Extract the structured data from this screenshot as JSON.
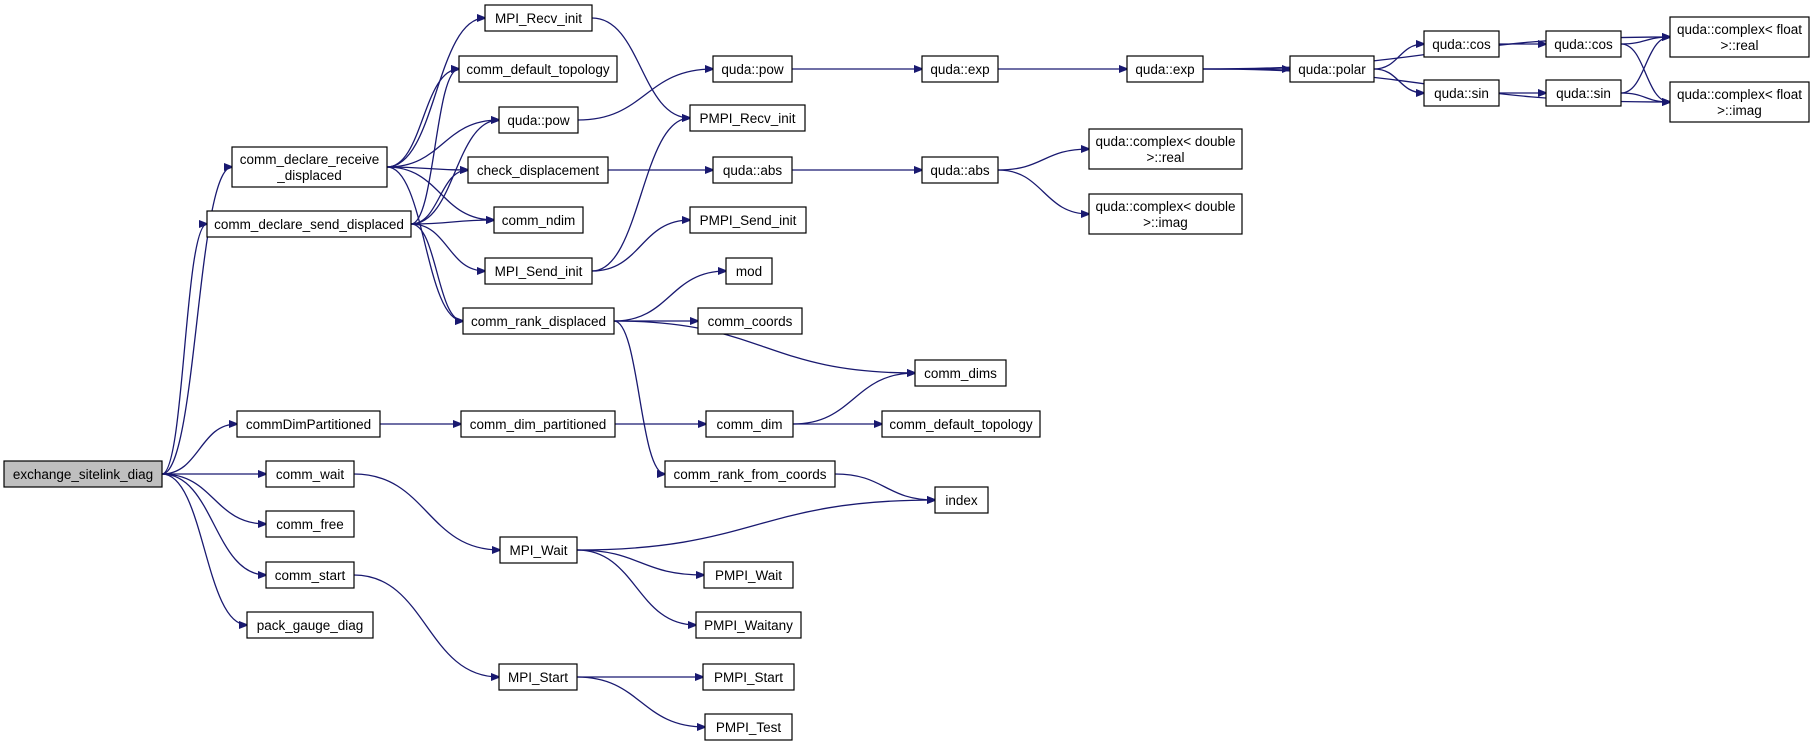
{
  "nodes": {
    "exchange_sitelink_diag": [
      "exchange_sitelink_diag"
    ],
    "comm_declare_receive_displaced": [
      "comm_declare_receive",
      "_displaced"
    ],
    "comm_declare_send_displaced": [
      "comm_declare_send_displaced"
    ],
    "commDimPartitioned": [
      "commDimPartitioned"
    ],
    "comm_wait": [
      "comm_wait"
    ],
    "comm_free": [
      "comm_free"
    ],
    "comm_start": [
      "comm_start"
    ],
    "pack_gauge_diag": [
      "pack_gauge_diag"
    ],
    "MPI_Recv_init": [
      "MPI_Recv_init"
    ],
    "comm_default_topology_1": [
      "comm_default_topology"
    ],
    "quda_pow_1": [
      "quda::pow"
    ],
    "check_displacement": [
      "check_displacement"
    ],
    "comm_ndim": [
      "comm_ndim"
    ],
    "MPI_Send_init": [
      "MPI_Send_init"
    ],
    "comm_rank_displaced": [
      "comm_rank_displaced"
    ],
    "comm_dim_partitioned": [
      "comm_dim_partitioned"
    ],
    "MPI_Wait": [
      "MPI_Wait"
    ],
    "MPI_Start": [
      "MPI_Start"
    ],
    "quda_pow_2": [
      "quda::pow"
    ],
    "PMPI_Recv_init": [
      "PMPI_Recv_init"
    ],
    "quda_abs_1": [
      "quda::abs"
    ],
    "PMPI_Send_init": [
      "PMPI_Send_init"
    ],
    "mod": [
      "mod"
    ],
    "comm_coords": [
      "comm_coords"
    ],
    "comm_dim": [
      "comm_dim"
    ],
    "comm_rank_from_coords": [
      "comm_rank_from_coords"
    ],
    "PMPI_Wait": [
      "PMPI_Wait"
    ],
    "PMPI_Waitany": [
      "PMPI_Waitany"
    ],
    "PMPI_Start": [
      "PMPI_Start"
    ],
    "PMPI_Test": [
      "PMPI_Test"
    ],
    "quda_exp_1": [
      "quda::exp"
    ],
    "quda_abs_2": [
      "quda::abs"
    ],
    "comm_dims": [
      "comm_dims"
    ],
    "comm_default_topology_2": [
      "comm_default_topology"
    ],
    "index": [
      "index"
    ],
    "quda_exp_2": [
      "quda::exp"
    ],
    "complex_double_real": [
      "quda::complex< double",
      ">::real"
    ],
    "complex_double_imag": [
      "quda::complex< double",
      ">::imag"
    ],
    "quda_polar": [
      "quda::polar"
    ],
    "quda_cos_1": [
      "quda::cos"
    ],
    "quda_sin_1": [
      "quda::sin"
    ],
    "quda_cos_2": [
      "quda::cos"
    ],
    "quda_sin_2": [
      "quda::sin"
    ],
    "complex_float_real": [
      "quda::complex< float",
      ">::real"
    ],
    "complex_float_imag": [
      "quda::complex< float",
      ">::imag"
    ]
  },
  "edges": [
    [
      "exchange_sitelink_diag",
      "comm_declare_receive_displaced"
    ],
    [
      "exchange_sitelink_diag",
      "comm_declare_send_displaced"
    ],
    [
      "exchange_sitelink_diag",
      "commDimPartitioned"
    ],
    [
      "exchange_sitelink_diag",
      "comm_wait"
    ],
    [
      "exchange_sitelink_diag",
      "comm_free"
    ],
    [
      "exchange_sitelink_diag",
      "comm_start"
    ],
    [
      "exchange_sitelink_diag",
      "pack_gauge_diag"
    ],
    [
      "comm_declare_receive_displaced",
      "MPI_Recv_init"
    ],
    [
      "comm_declare_receive_displaced",
      "comm_default_topology_1"
    ],
    [
      "comm_declare_receive_displaced",
      "quda_pow_1"
    ],
    [
      "comm_declare_receive_displaced",
      "check_displacement"
    ],
    [
      "comm_declare_receive_displaced",
      "comm_ndim"
    ],
    [
      "comm_declare_receive_displaced",
      "comm_rank_displaced"
    ],
    [
      "comm_declare_send_displaced",
      "comm_default_topology_1"
    ],
    [
      "comm_declare_send_displaced",
      "quda_pow_1"
    ],
    [
      "comm_declare_send_displaced",
      "check_displacement"
    ],
    [
      "comm_declare_send_displaced",
      "comm_ndim"
    ],
    [
      "comm_declare_send_displaced",
      "MPI_Send_init"
    ],
    [
      "comm_declare_send_displaced",
      "comm_rank_displaced"
    ],
    [
      "commDimPartitioned",
      "comm_dim_partitioned"
    ],
    [
      "comm_wait",
      "MPI_Wait"
    ],
    [
      "comm_start",
      "MPI_Start"
    ],
    [
      "MPI_Recv_init",
      "PMPI_Recv_init"
    ],
    [
      "quda_pow_1",
      "quda_pow_2"
    ],
    [
      "check_displacement",
      "quda_abs_1"
    ],
    [
      "MPI_Send_init",
      "PMPI_Recv_init"
    ],
    [
      "MPI_Send_init",
      "PMPI_Send_init"
    ],
    [
      "comm_rank_displaced",
      "mod"
    ],
    [
      "comm_rank_displaced",
      "comm_coords"
    ],
    [
      "comm_rank_displaced",
      "comm_dims"
    ],
    [
      "comm_rank_displaced",
      "comm_rank_from_coords"
    ],
    [
      "comm_dim_partitioned",
      "comm_dim"
    ],
    [
      "MPI_Wait",
      "index"
    ],
    [
      "MPI_Wait",
      "PMPI_Wait"
    ],
    [
      "MPI_Wait",
      "PMPI_Waitany"
    ],
    [
      "MPI_Start",
      "PMPI_Start"
    ],
    [
      "MPI_Start",
      "PMPI_Test"
    ],
    [
      "quda_pow_2",
      "quda_exp_1"
    ],
    [
      "quda_abs_1",
      "quda_abs_2"
    ],
    [
      "comm_dim",
      "comm_dims"
    ],
    [
      "comm_dim",
      "comm_default_topology_2"
    ],
    [
      "comm_rank_from_coords",
      "index"
    ],
    [
      "quda_exp_1",
      "quda_exp_2"
    ],
    [
      "quda_abs_2",
      "complex_double_real"
    ],
    [
      "quda_abs_2",
      "complex_double_imag"
    ],
    [
      "quda_exp_2",
      "complex_float_real"
    ],
    [
      "quda_exp_2",
      "quda_polar"
    ],
    [
      "quda_exp_2",
      "complex_float_imag"
    ],
    [
      "quda_polar",
      "quda_cos_1"
    ],
    [
      "quda_polar",
      "quda_sin_1"
    ],
    [
      "quda_cos_1",
      "quda_cos_2"
    ],
    [
      "quda_sin_1",
      "quda_sin_2"
    ],
    [
      "quda_cos_2",
      "complex_float_real"
    ],
    [
      "quda_cos_2",
      "complex_float_imag"
    ],
    [
      "quda_sin_2",
      "complex_float_real"
    ],
    [
      "quda_sin_2",
      "complex_float_imag"
    ]
  ],
  "colors": {
    "edge": "#191970",
    "root_fill": "#bfbfbf",
    "node_fill": "#ffffff",
    "border": "#000000"
  }
}
